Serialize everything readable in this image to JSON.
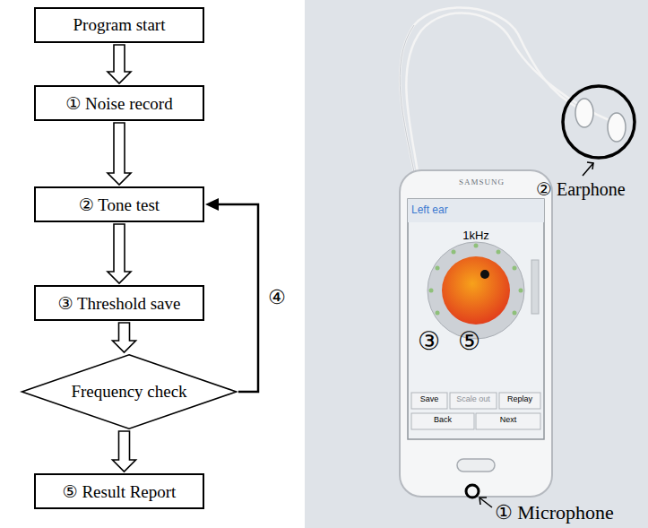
{
  "diagram": {
    "nodes": [
      {
        "text": [
          "Program start"
        ]
      },
      {
        "text": [
          "① Noise record"
        ]
      },
      {
        "text": [
          "② Tone test"
        ]
      },
      {
        "text": [
          "③ Threshold save"
        ]
      },
      {
        "text": [
          "Frequency check"
        ]
      },
      {
        "text": [
          "⑤ Result Report"
        ]
      }
    ],
    "edges": [
      {
        "from": 0,
        "to": 1,
        "arrow": "to"
      },
      {
        "from": 1,
        "to": 2,
        "arrow": "to"
      },
      {
        "from": 2,
        "to": 3,
        "arrow": "to"
      },
      {
        "from": 3,
        "to": 4,
        "arrow": "to"
      },
      {
        "from": 4,
        "to": 5,
        "arrow": "to"
      },
      {
        "from": 4,
        "to": 2,
        "label": "④",
        "arrow": "to"
      }
    ],
    "labels": [
      "② Earphone",
      "SAMSUNG",
      "Left ear",
      "1kHz",
      "③",
      "⑤",
      "Save",
      "Scale out",
      "Replay",
      "Back",
      "Next",
      "① Microphone"
    ]
  }
}
